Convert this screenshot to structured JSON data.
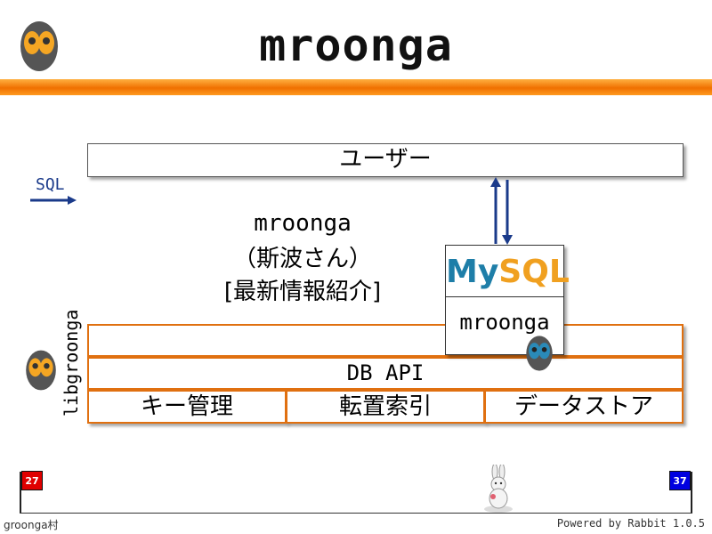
{
  "slide": {
    "title": "mroonga",
    "footer_left": "groonga村",
    "footer_right": "Powered by Rabbit 1.0.5",
    "page_current": "27",
    "page_total": "37"
  },
  "diagram": {
    "user_label": "ユーザー",
    "sql_label": "SQL",
    "desc_line1": "mroonga",
    "desc_line2": "（斯波さん）",
    "desc_line3": "[最新情報紹介]",
    "mysql_my": "My",
    "mysql_sql": "SQL",
    "mroonga_label": "mroonga",
    "libgroonga_label": "libgroonga",
    "db_api_label": "DB API",
    "cells": [
      "キー管理",
      "転置索引",
      "データストア"
    ]
  },
  "colors": {
    "accent_orange": "#f07000",
    "mysql_blue": "#1e7ea8",
    "mysql_orange": "#f0a020",
    "arrow_blue": "#1a3a8a",
    "flag_start": "#e00000",
    "flag_end": "#0000e0"
  },
  "icons": [
    "groonga-logo-icon",
    "rabbit-icon"
  ]
}
